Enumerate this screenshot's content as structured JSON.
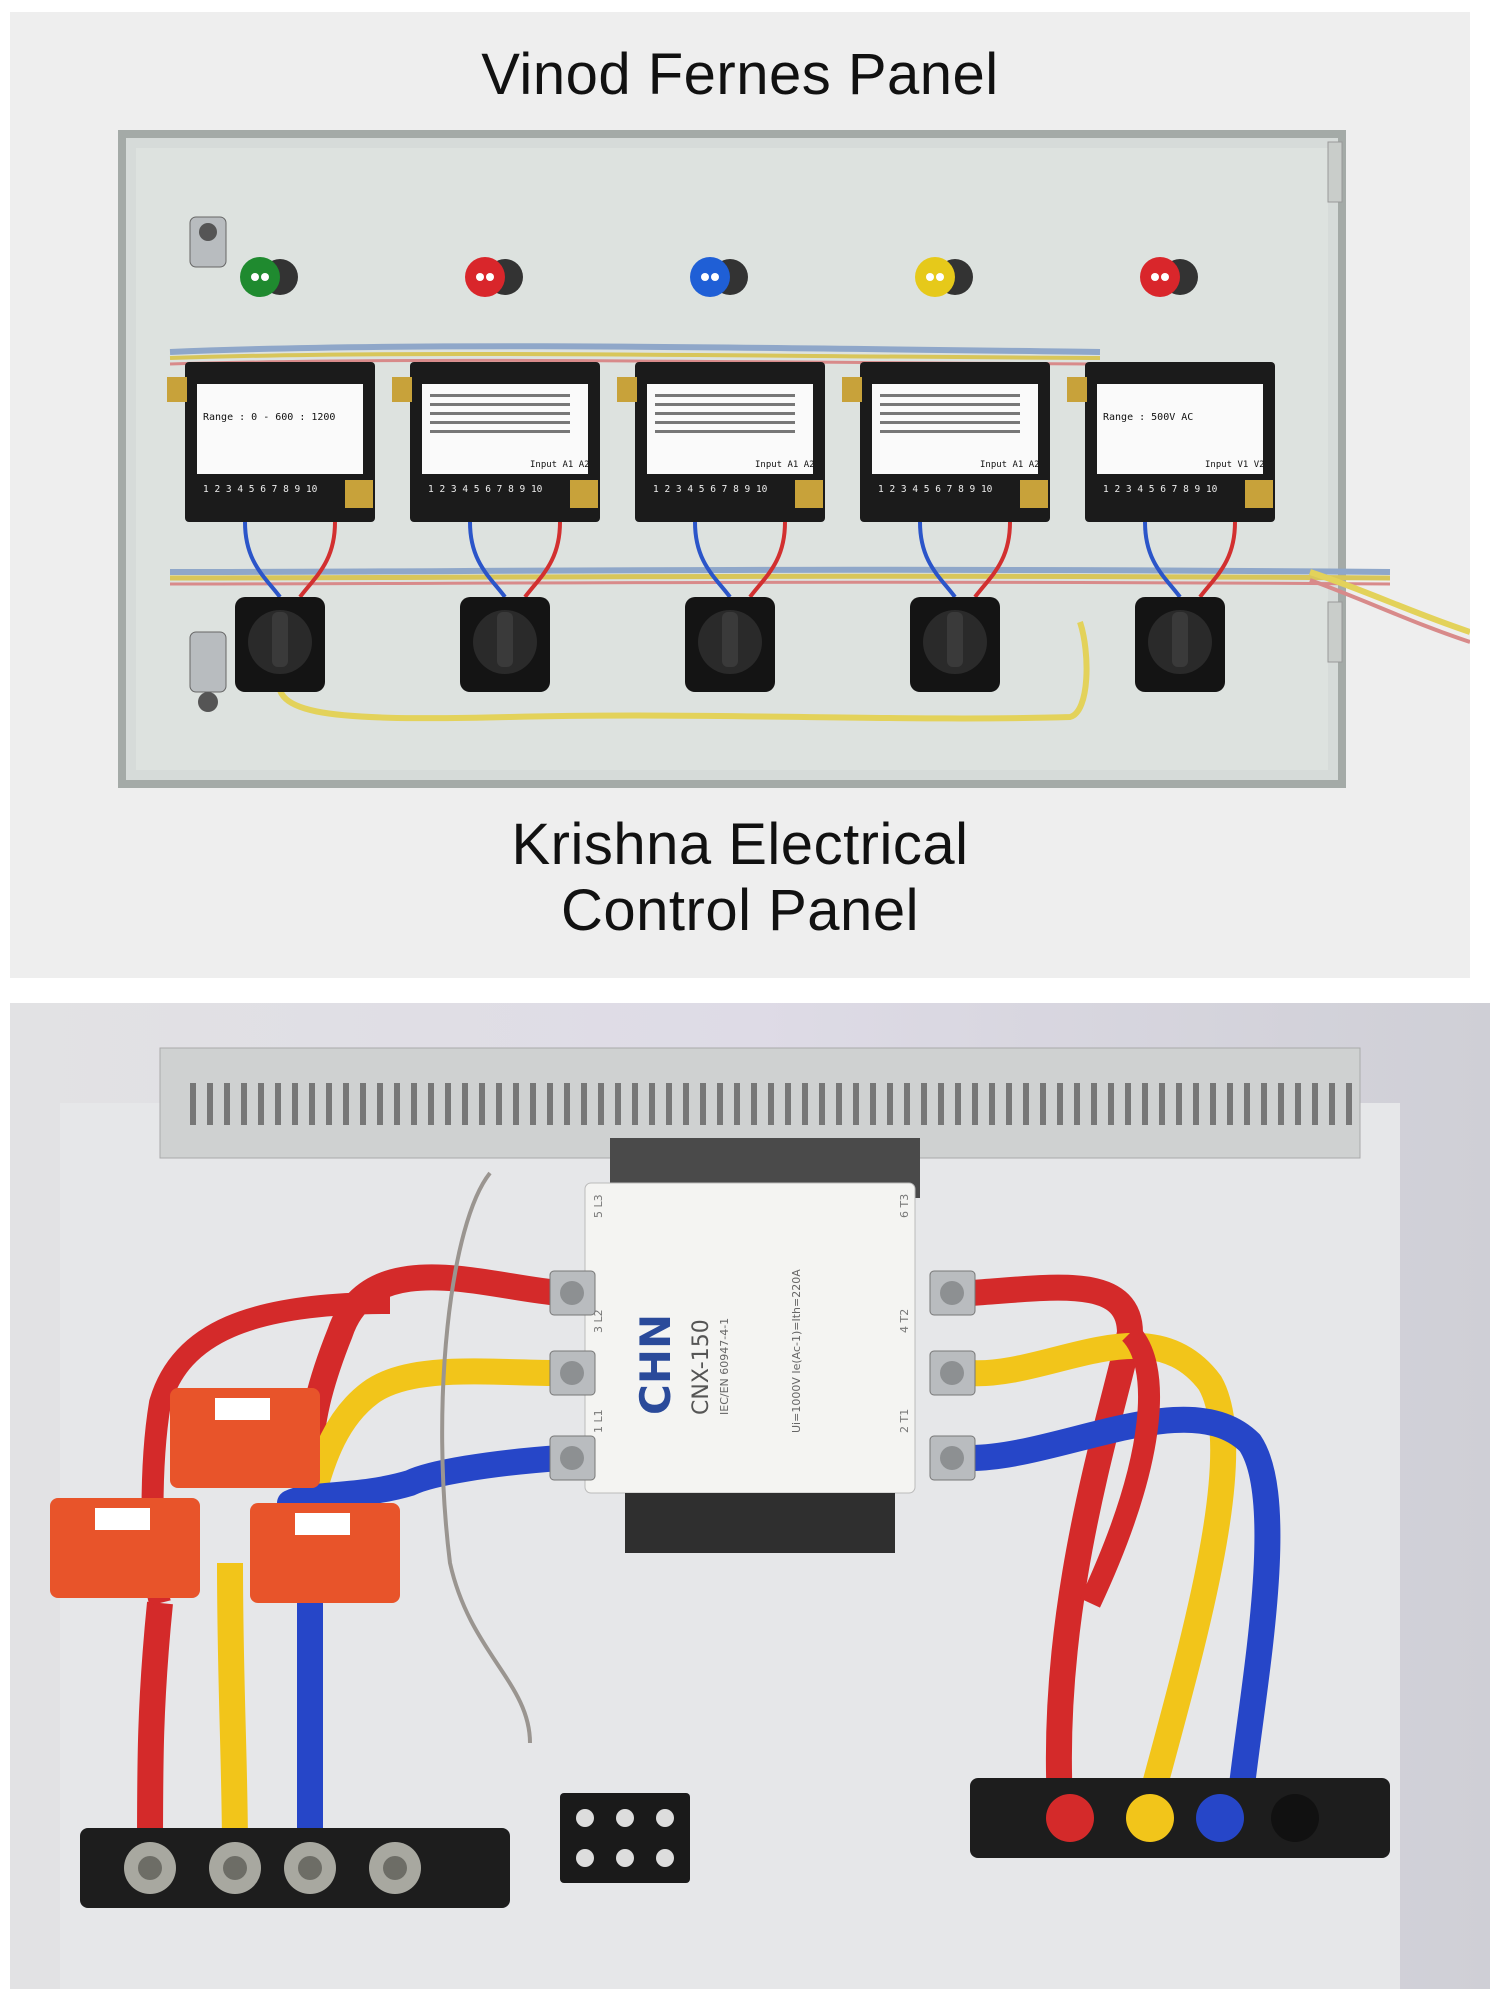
{
  "top_photo": {
    "title": "Vinod Fernes Panel",
    "caption_line1": "Krishna Electrical",
    "caption_line2": "Control Panel",
    "meters": [
      {
        "range_text": "Range : 0 - 600 : 1200",
        "input_label": "",
        "terminal_numbers": "1 2 3 4 5 6 7 8 9 10"
      },
      {
        "range_text": "",
        "input_label": "Input A1 A2",
        "terminal_numbers": "1 2 3 4 5 6 7 8 9 10"
      },
      {
        "range_text": "",
        "input_label": "Input A1 A2",
        "terminal_numbers": "1 2 3 4 5 6 7 8 9 10"
      },
      {
        "range_text": "",
        "input_label": "Input A1 A2",
        "terminal_numbers": "1 2 3 4 5 6 7 8 9 10"
      },
      {
        "range_text": "Range : 500V AC",
        "input_label": "Input V1 V2",
        "terminal_numbers": "1 2 3 4 5 6 7 8 9 10"
      }
    ],
    "indicator_colors": [
      "#1f8a2f",
      "#d9262b",
      "#1f5fd6",
      "#e6c91a",
      "#d9262b"
    ]
  },
  "bottom_photo": {
    "contactor_brand": "CHN",
    "contactor_model": "CNX-150",
    "contactor_std": "IEC/EN 60947-4-1",
    "contactor_rating": "Ui=1000V  Ie(Ac-1)=Ith=220A",
    "terminal_labels": {
      "l1": "1 L1",
      "l2": "3 L2",
      "l3": "5 L3",
      "t1": "2 T1",
      "t2": "4 T2",
      "t3": "6 T3"
    },
    "phase_colors": [
      "#d42a2a",
      "#f2c51a",
      "#2646c8"
    ]
  }
}
